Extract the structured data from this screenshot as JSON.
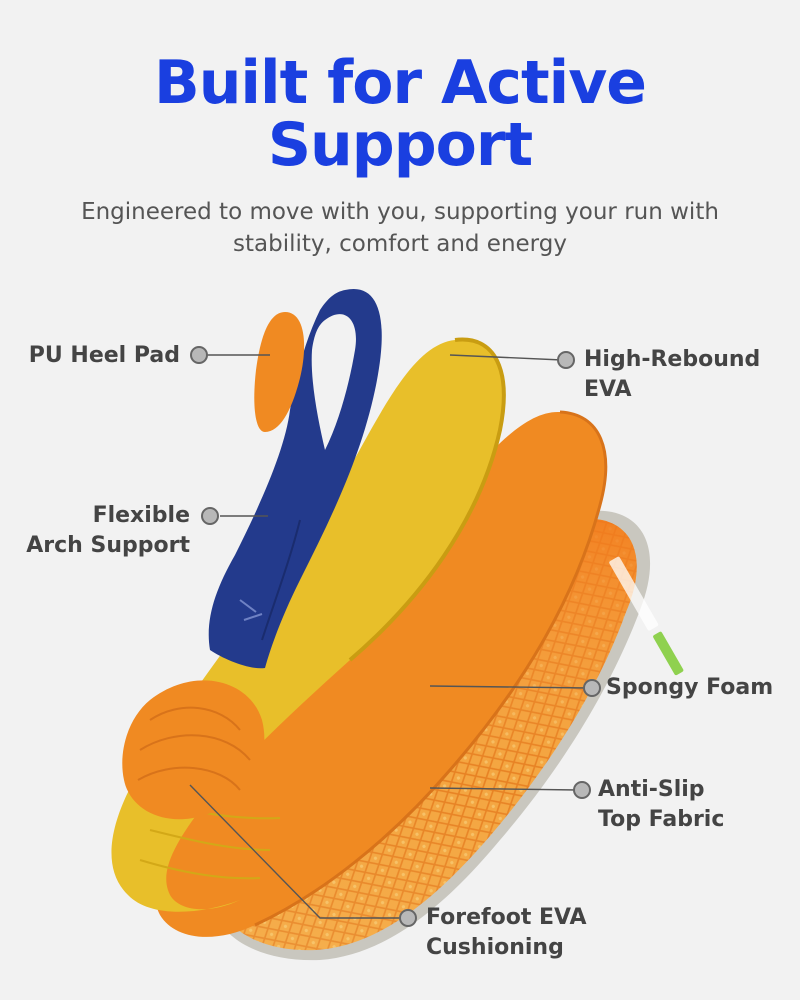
{
  "headline": {
    "line1": "Built for Active",
    "line2": "Support"
  },
  "subtitle": {
    "line1": "Engineered to move with you, supporting your run with",
    "line2": "stability, comfort and energy"
  },
  "callouts": {
    "pu_heel_pad": {
      "line1": "PU Heel Pad"
    },
    "high_rebound": {
      "line1": "High-Rebound",
      "line2": "EVA"
    },
    "arch_support": {
      "line1": "Flexible",
      "line2": "Arch Support"
    },
    "spongy_foam": {
      "line1": "Spongy Foam"
    },
    "anti_slip": {
      "line1": "Anti-Slip",
      "line2": "Top Fabric"
    },
    "forefoot": {
      "line1": "Forefoot EVA",
      "line2": "Cushioning"
    }
  },
  "colors": {
    "background": "#f2f2f2",
    "headline": "#1a3fe0",
    "text": "#444444",
    "subtitle": "#555555",
    "navy": "#233a8c",
    "yellow": "#e8bf2a",
    "orange": "#f08a22",
    "fabric": "#f4a640",
    "leader": "#555555",
    "dot": "#b8b8b8"
  },
  "icons": {
    "callout_marker": "dot-marker-icon",
    "brand_mark": "brand-logo-icon"
  }
}
